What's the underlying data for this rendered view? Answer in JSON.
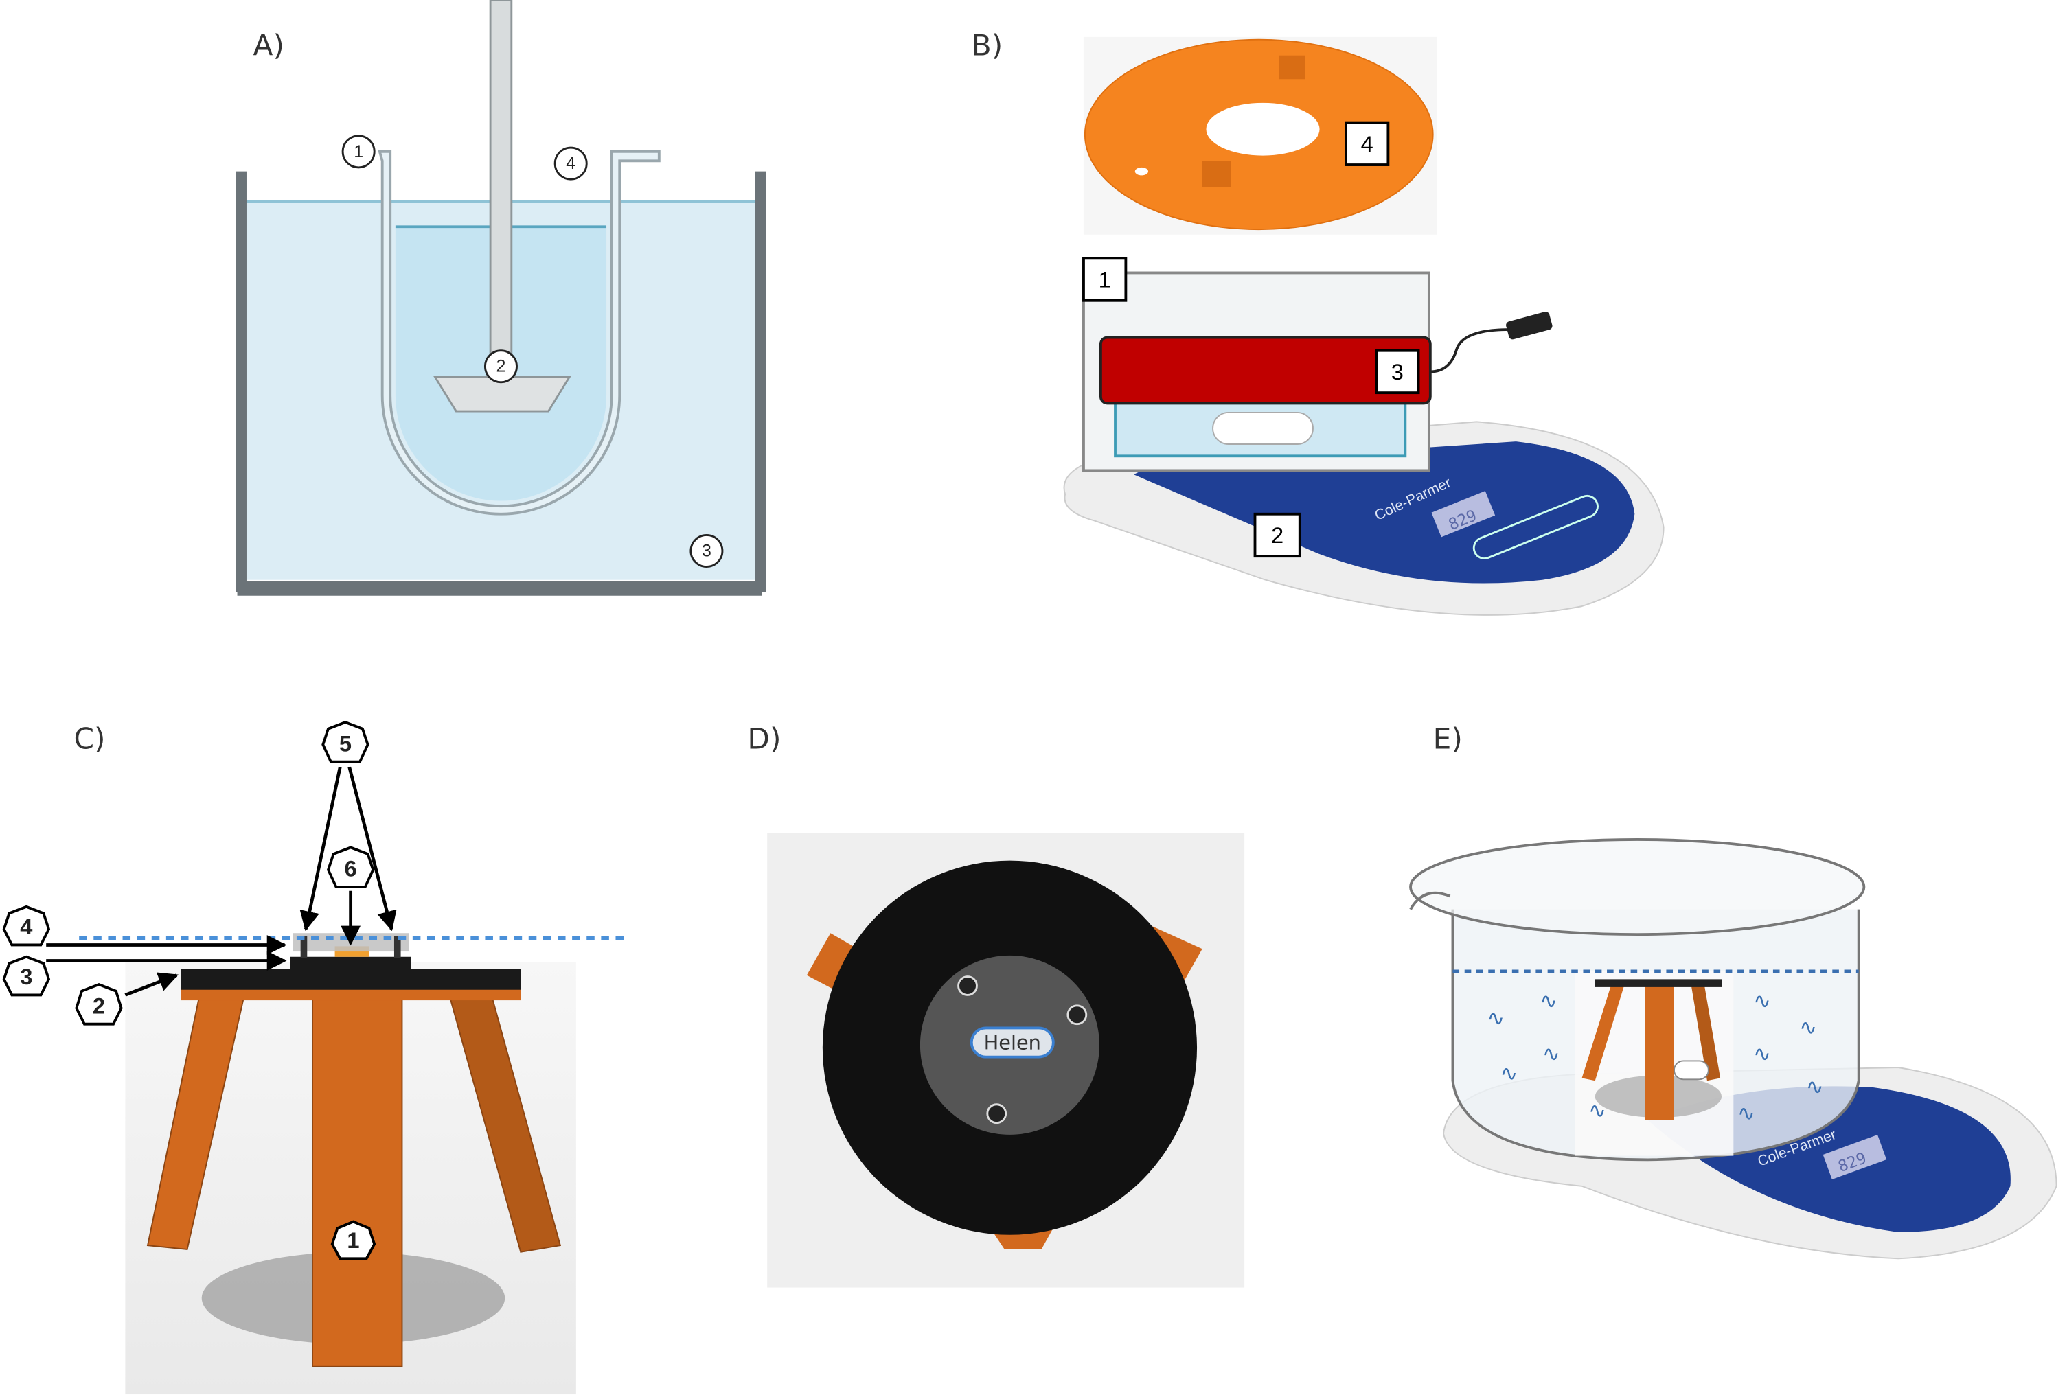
{
  "panels": {
    "a": {
      "label": "A)",
      "markers": [
        "1",
        "2",
        "3",
        "4"
      ]
    },
    "b": {
      "label": "B)",
      "markers": [
        "1",
        "2",
        "3",
        "4"
      ],
      "stirrer_brand": "Cole-Parmer",
      "stirrer_display": "829"
    },
    "c": {
      "label": "C)",
      "markers": [
        "1",
        "2",
        "3",
        "4",
        "5",
        "6"
      ]
    },
    "d": {
      "label": "D)",
      "name_tag": "Helen"
    },
    "e": {
      "label": "E)",
      "stirrer_brand": "Cole-Parmer",
      "stirrer_display": "829"
    }
  },
  "colors": {
    "orange": "#f5841f",
    "red_band": "#c00000",
    "water": "#dcedf5",
    "stirrer_blue": "#1f3f95",
    "dash_blue": "#4a90d9",
    "wood": "#d2691e"
  }
}
